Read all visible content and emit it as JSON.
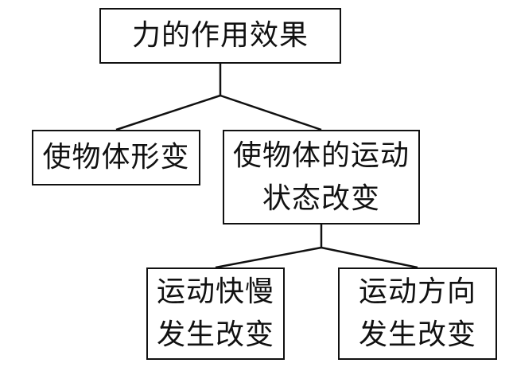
{
  "nodes": {
    "root": {
      "lines": [
        "力的作用效果"
      ]
    },
    "deform": {
      "lines": [
        "使物体形变"
      ]
    },
    "motion": {
      "lines": [
        "使物体的运动",
        "状态改变"
      ]
    },
    "speed": {
      "lines": [
        "运动快慢",
        "发生改变"
      ]
    },
    "direction": {
      "lines": [
        "运动方向",
        "发生改变"
      ]
    }
  },
  "colors": {
    "stroke": "#111111",
    "background": "#ffffff"
  }
}
